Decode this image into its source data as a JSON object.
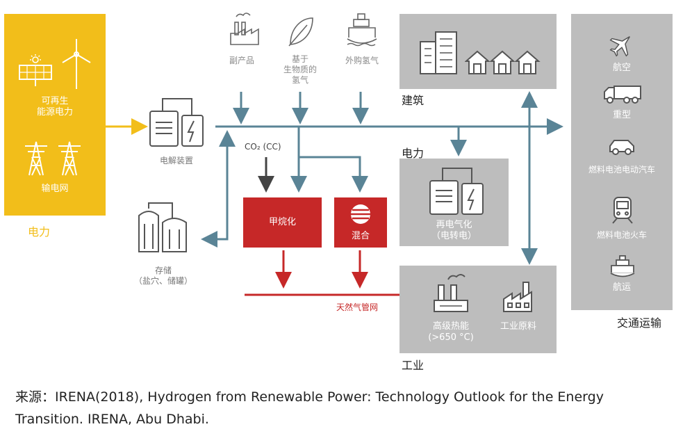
{
  "power_source": {
    "renewable": "可再生\n能源电力",
    "grid": "输电网",
    "section": "电力"
  },
  "inputs": {
    "byproduct": "副产品",
    "biomass": "基于\n生物质的\n氢气",
    "imported": "外购氢气"
  },
  "electrolyser": "电解装置",
  "co2_label": "CO₂ (CC)",
  "storage": "存储\n（盐穴、储罐）",
  "methanation": "甲烷化",
  "blending": "混合",
  "gas_grid": "天然气管网",
  "buildings": "建筑",
  "power": "电力",
  "reelectrification": "再电气化\n（电转电）",
  "industry": {
    "section": "工业",
    "high_heat": "高级热能\n(>650 °C)",
    "feedstock": "工业原料"
  },
  "transport": {
    "section": "交通运输",
    "aviation": "航空",
    "trucks": "重型",
    "fcev": "燃料电池电动汽车",
    "fc_train": "燃料电池火车",
    "shipping": "航运"
  },
  "caption": "来源：IRENA(2018), Hydrogen from Renewable Power: Technology Outlook for the Energy Transition. IRENA, Abu Dhabi.",
  "colors": {
    "yellow": "#f2be1a",
    "arrow_blue": "#5a8496",
    "red": "#c62828",
    "grey_box": "#bdbdbd"
  }
}
